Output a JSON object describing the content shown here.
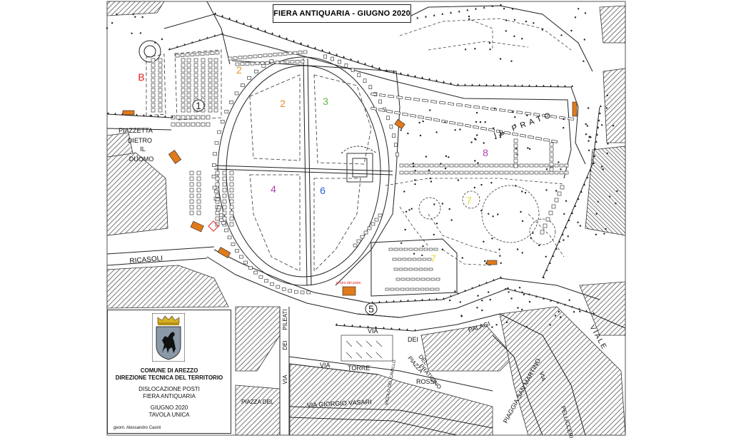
{
  "title": "FIERA ANTIQUARIA  - GIUGNO 2020",
  "legend": {
    "line1": "COMUNE DI AREZZO",
    "line2": "DIREZIONE TECNICA DEL TERRITORIO",
    "line3": "DISLOCAZIONE POSTI",
    "line4": "FIERA ANTIQUARIA",
    "line5": "GIUGNO 2020",
    "line6": "TAVOLA UNICA",
    "signature": "geom. Alessandro Casini"
  },
  "zones": [
    {
      "label": "B",
      "color": "#e02020"
    },
    {
      "label": "1",
      "color": "#222222"
    },
    {
      "label": "2",
      "color": "#e8902a"
    },
    {
      "label": "2",
      "color": "#e8902a"
    },
    {
      "label": "3",
      "color": "#5cb840"
    },
    {
      "label": "4",
      "color": "#b040b0"
    },
    {
      "label": "6",
      "color": "#2a62c8"
    },
    {
      "label": "8",
      "color": "#b040b0"
    },
    {
      "label": "7",
      "color": "#e8d830"
    },
    {
      "label": "7",
      "color": "#e8d830"
    },
    {
      "label": "5",
      "color": "#222222"
    }
  ],
  "streets": {
    "piazzetta": [
      "PIAZZETTA",
      "DIETRO",
      "IL",
      "DUOMO"
    ],
    "prato": "IL PRATO",
    "ricasoli": "RICASOLI",
    "via_pileati": [
      "VIA",
      "DEI",
      "PILEATI"
    ],
    "via_dei_palagi": [
      "VIA",
      "DEI",
      "PALAGI"
    ],
    "via_torre_rossi": [
      "VIA",
      "TORRE",
      "ROSSI"
    ],
    "piazza_praticino": [
      "PIAZZA",
      "DEL",
      "PRATICINO"
    ],
    "piaggia": "PIAGGIA SAN MARTINO",
    "via_pellicceria": [
      "VIA",
      "PELLICCERIA"
    ],
    "viale": "VIALE",
    "piazza_del": "PIAZZA DEL",
    "via_vasari": "VIA GIORGIO VASARI",
    "vicolo": "VICOLO DEL CAVALLO",
    "centro_del_prato": "centro del prato"
  },
  "colors": {
    "line": "#222222",
    "hatch": "#555555",
    "building": "#333333",
    "marker": "#e07a1a",
    "marker_red": "#e02020",
    "crest_bg": "#8a99a8",
    "crest_gold": "#d8b020"
  },
  "icons": [
    "city-crest-icon",
    "horse-icon",
    "crown-icon"
  ]
}
